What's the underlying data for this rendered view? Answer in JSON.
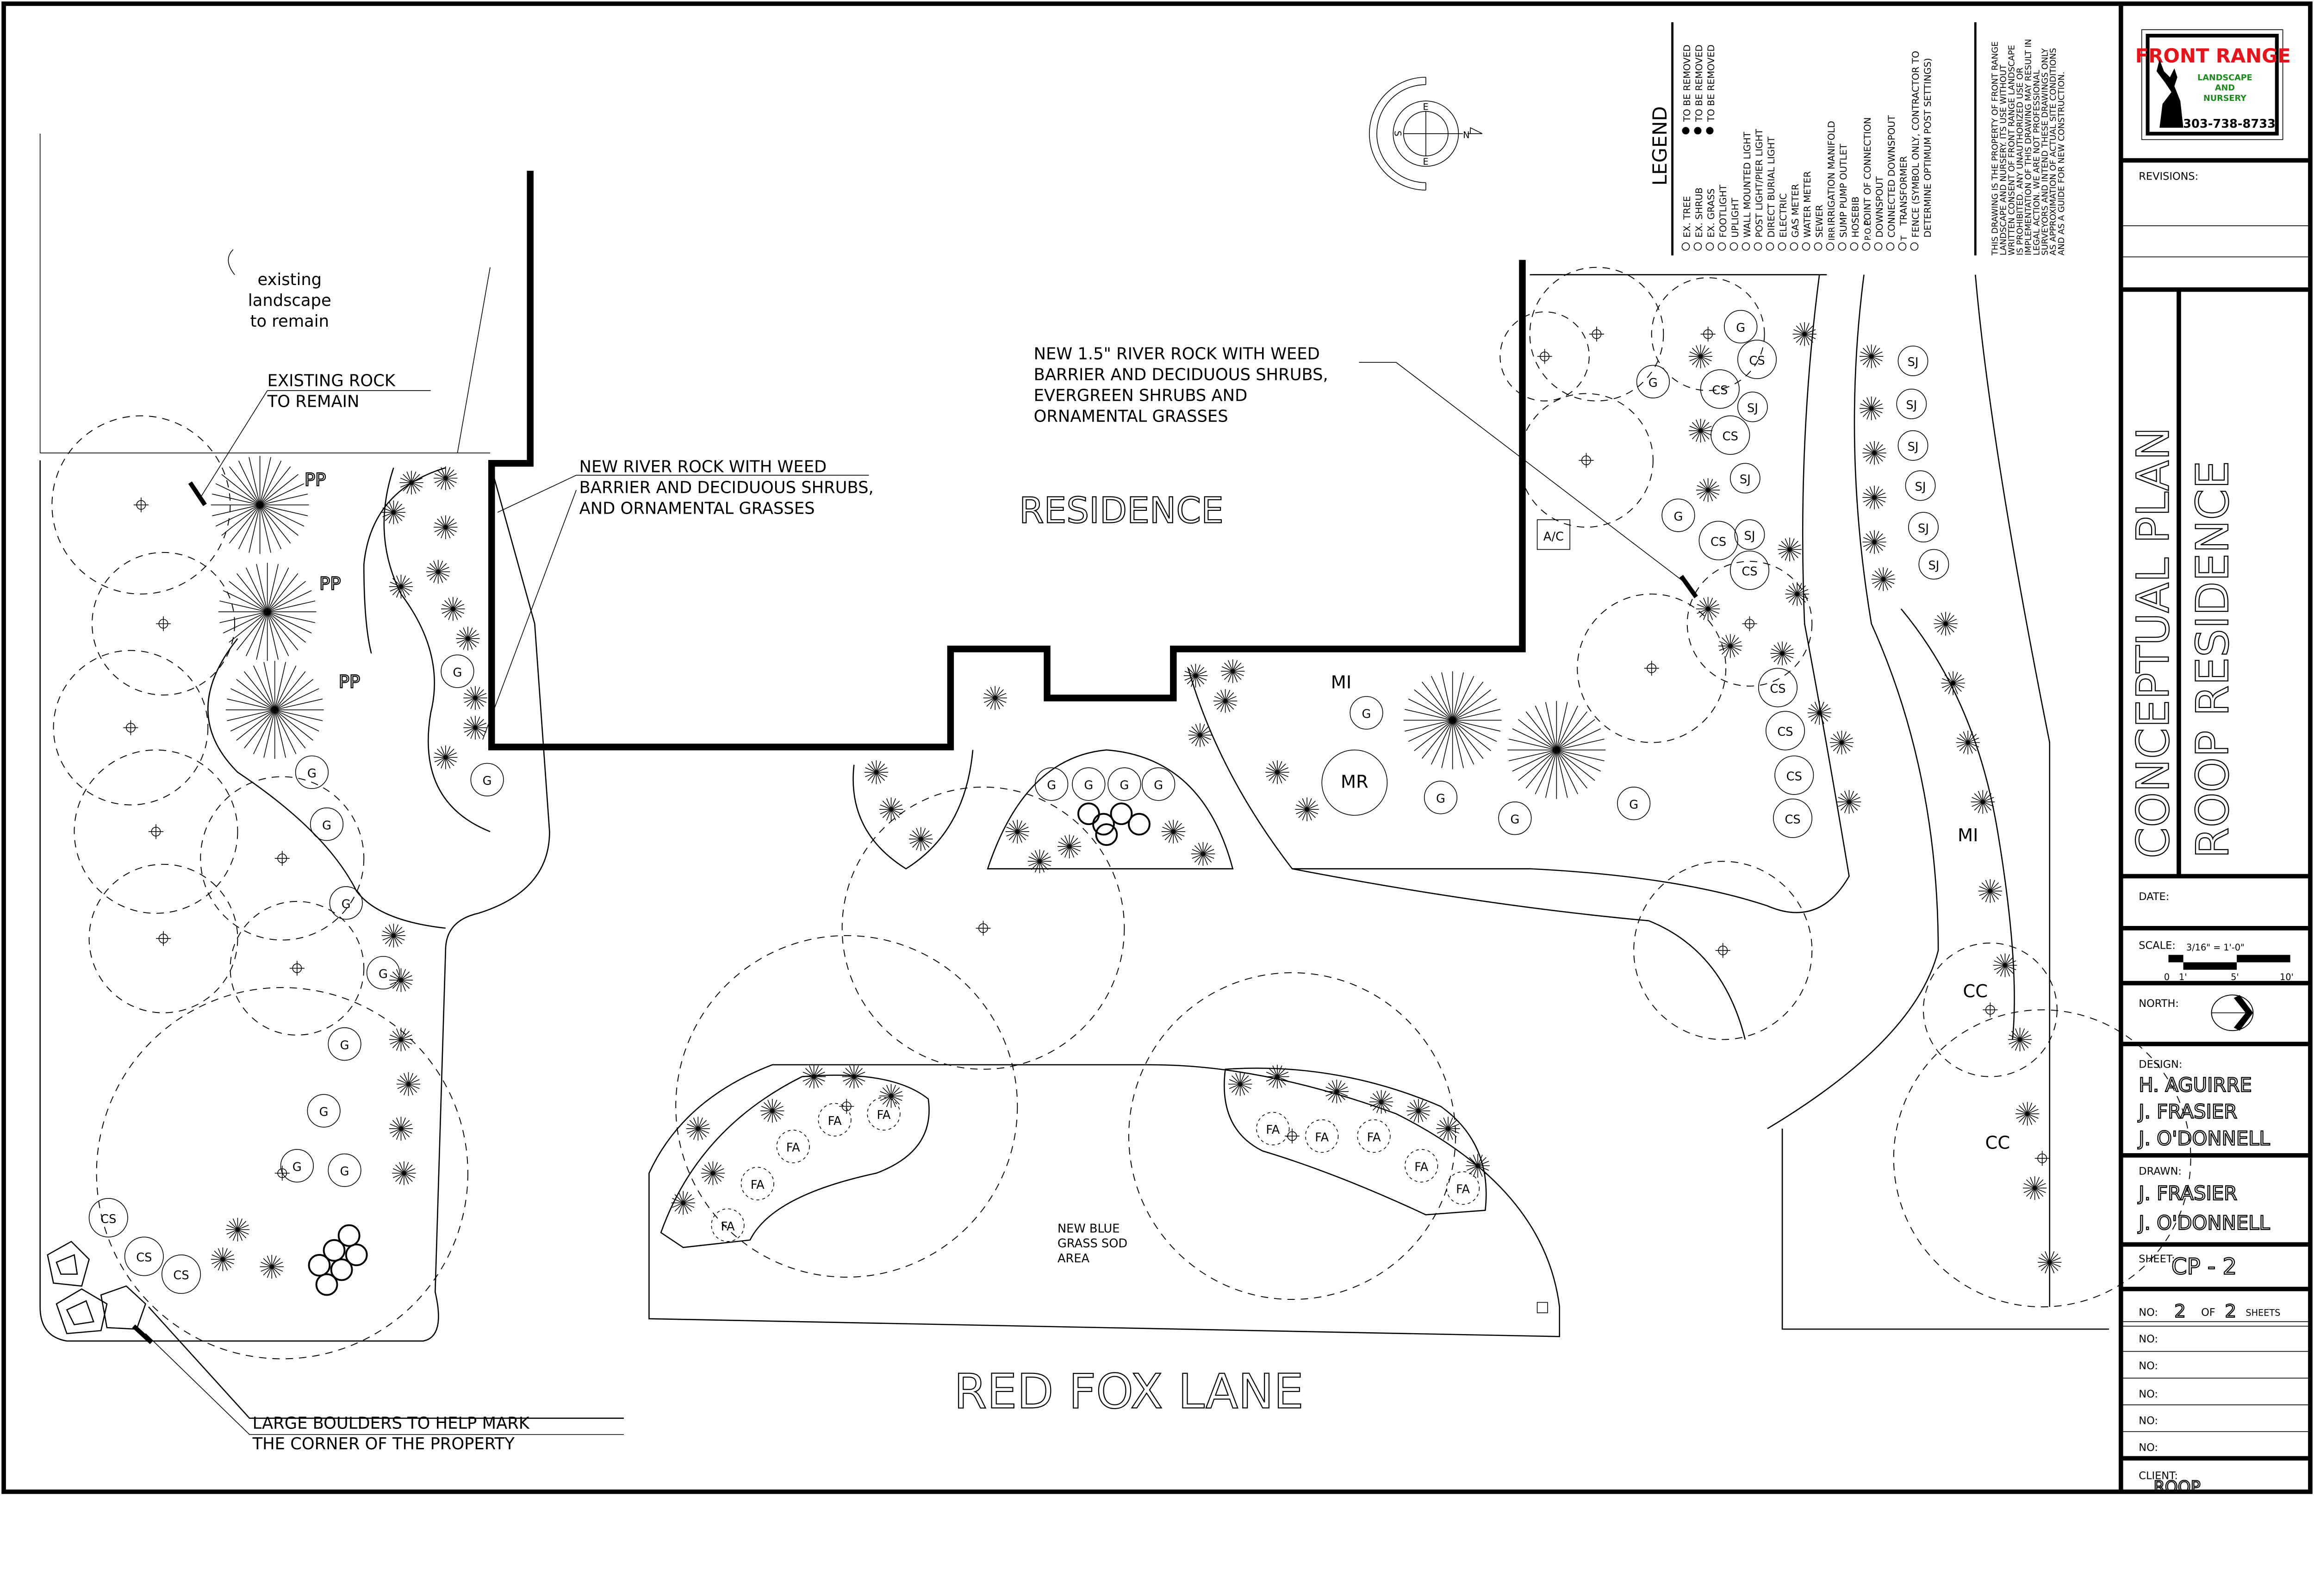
{
  "sheet": {
    "title": "CONCEPTUAL PLAN",
    "project": "ROOP RESIDENCE",
    "street": "RED FOX LANE",
    "building": "RESIDENCE"
  },
  "annotations": {
    "existing_landscape": [
      "existing",
      "landscape",
      "to remain"
    ],
    "existing_rock": [
      "EXISTING ROCK",
      "TO REMAIN"
    ],
    "river_rock_left": [
      "NEW RIVER ROCK WITH WEED",
      "BARRIER AND DECIDUOUS SHRUBS,",
      "AND ORNAMENTAL GRASSES"
    ],
    "river_rock_right": [
      "NEW 1.5\" RIVER ROCK WITH WEED",
      "BARRIER AND DECIDUOUS SHRUBS,",
      "EVERGREEN SHRUBS AND",
      "ORNAMENTAL GRASSES"
    ],
    "sod": [
      "NEW BLUE",
      "GRASS SOD",
      "AREA"
    ],
    "boulders": [
      "LARGE BOULDERS TO HELP MARK",
      "THE CORNER OF THE PROPERTY"
    ],
    "ac_unit": "A/C"
  },
  "plant_codes": {
    "grass": "G",
    "cs": "CS",
    "sj": "SJ",
    "pp": "PP",
    "mi": "MI",
    "mr": "MR",
    "cc": "CC",
    "fa": "FA"
  },
  "compass": {
    "n": "N",
    "s": "S",
    "e": "E",
    "w": "E"
  },
  "legend": {
    "title": "LEGEND",
    "items": [
      {
        "icon": "ex-tree-icon",
        "label": "EX. TREE",
        "removed": "TO BE REMOVED"
      },
      {
        "icon": "ex-shrub-icon",
        "label": "EX. SHRUB",
        "removed": "TO BE REMOVED"
      },
      {
        "icon": "ex-grass-icon",
        "label": "EX. GRASS",
        "removed": "TO BE REMOVED"
      },
      {
        "icon": "footlight-icon",
        "label": "FOOTLIGHT"
      },
      {
        "icon": "uplight-icon",
        "label": "UPLIGHT"
      },
      {
        "icon": "wall-light-icon",
        "label": "WALL MOUNTED LIGHT"
      },
      {
        "icon": "post-light-icon",
        "label": "POST LIGHT/PIER LIGHT"
      },
      {
        "icon": "burial-light-icon",
        "label": "DIRECT BURIAL LIGHT"
      },
      {
        "icon": "electric-icon",
        "label": "ELECTRIC"
      },
      {
        "icon": "gas-meter-icon",
        "label": "GAS METER"
      },
      {
        "icon": "water-meter-icon",
        "label": "WATER METER"
      },
      {
        "icon": "sewer-icon",
        "label": "SEWER"
      },
      {
        "icon": "irrigation-icon",
        "label": "IRRIGATION MANIFOLD",
        "symbol": "IRR"
      },
      {
        "icon": "sump-pump-icon",
        "label": "SUMP PUMP OUTLET"
      },
      {
        "icon": "hosebib-icon",
        "label": "HOSEBIB"
      },
      {
        "icon": "poc-icon",
        "label": "POINT OF CONNECTION",
        "symbol": "P.O.C."
      },
      {
        "icon": "downspout-icon",
        "label": "DOWNSPOUT"
      },
      {
        "icon": "connected-downspout-icon",
        "label": "CONNECTED DOWNSPOUT"
      },
      {
        "icon": "transformer-icon",
        "label": "TRANSFORMER",
        "symbol": "T"
      },
      {
        "icon": "fence-icon",
        "label": "FENCE (SYMBOL ONLY, CONTRACTOR TO"
      },
      {
        "icon": "",
        "label": "DETERMINE OPTIMUM POST SETTINGS)"
      }
    ]
  },
  "disclaimer": [
    "THIS DRAWING IS THE PROPERTY OF FRONT RANGE",
    "LANDSCAPE AND NURSERY.  ITS USE WITHOUT",
    "WRITTEN CONSENT OF FRONT RANGE LANDSCAPE",
    "IS PROHIBITED.  ANY UNAUTHORIZED USE OR",
    "IMPLEMENTATION OF THIS DRAWING MAY RESULT IN",
    "LEGAL ACTION.  WE ARE NOT PROFESSIONAL",
    "SURVEYORS AND INTEND THESE DRAWINGS ONLY",
    "AS APPROXIMATION OF ACTUAL SITE CONDITIONS",
    "AND AS A GUIDE FOR NEW CONSTRUCTION."
  ],
  "logo": {
    "name": "FRONT RANGE",
    "sub": [
      "LANDSCAPE",
      "AND",
      "NURSERY"
    ],
    "phone": "303-738-8733",
    "red": "#e8141c",
    "green": "#1a8a1a"
  },
  "title_block": {
    "revisions_label": "REVISIONS:",
    "date_label": "DATE:",
    "scale_label": "SCALE:",
    "scale_value": "3/16\" = 1'-0\"",
    "scale_ticks": [
      "0",
      "1'",
      "5'",
      "10'"
    ],
    "north_label": "NORTH:",
    "design_label": "DESIGN:",
    "designers": [
      "H. AGUIRRE",
      "J. FRASIER",
      "J. O'DONNELL"
    ],
    "drawn_label": "DRAWN:",
    "drafters": [
      "J. FRASIER",
      "J. O'DONNELL"
    ],
    "sheet_label": "SHEET:",
    "sheet_value": "CP - 2",
    "no_label": "NO:",
    "sheet_no": "2",
    "of_label": "OF",
    "sheet_total": "2",
    "sheets_label": "SHEETS",
    "client_label": "CLIENT:",
    "client": "ROOP"
  }
}
